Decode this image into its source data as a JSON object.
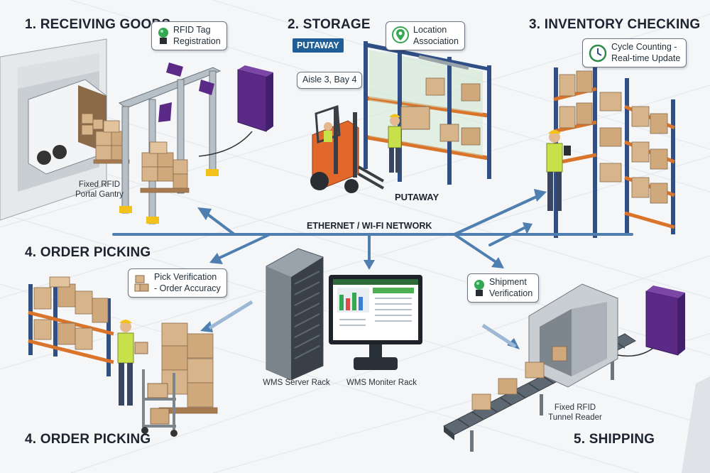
{
  "sections": {
    "receiving": "1. RECEIVING GOODS",
    "storage": "2. STORAGE",
    "inventory": "3. INVENTORY CHECKING",
    "order_picking_top": "4. ORDER PICKING",
    "order_picking_bottom": "4. ORDER PICKING",
    "shipping": "5. SHIPPING"
  },
  "callouts": {
    "rfid_tag": "RFID Tag\nRegistration",
    "location": "Location\nAssociation",
    "aisle": "Aisle 3, Bay 4",
    "cycle": "Cycle Counting -\nReal-time Update",
    "pick": "Pick Verification\n- Order Accuracy",
    "shipment": "Shipment\nVerification"
  },
  "badges": {
    "putaway": "PUTAWAY"
  },
  "labels": {
    "putaway_floor": "PUTAWAY",
    "portal": "Fixed RFID\nPortal Gantry",
    "network": "ETHERNET / WI-FI NETWORK",
    "server": "WMS Server Rack",
    "monitor": "WMS Moniter Rack",
    "tunnel": "Fixed RFID\nTunnel Reader"
  },
  "colors": {
    "rack_blue": "#2f4f86",
    "rack_orange": "#d9742a",
    "box": "#d8b48a",
    "reader_purple": "#5b2a86",
    "forklift": "#e2672a",
    "vest": "#c8e04a",
    "network_line": "#4f7fb0"
  },
  "icons": {
    "rfid_tag": "green-light-icon",
    "location": "map-pin-icon",
    "cycle": "clock-icon",
    "pick": "boxes-icon",
    "shipment": "green-light-icon"
  }
}
